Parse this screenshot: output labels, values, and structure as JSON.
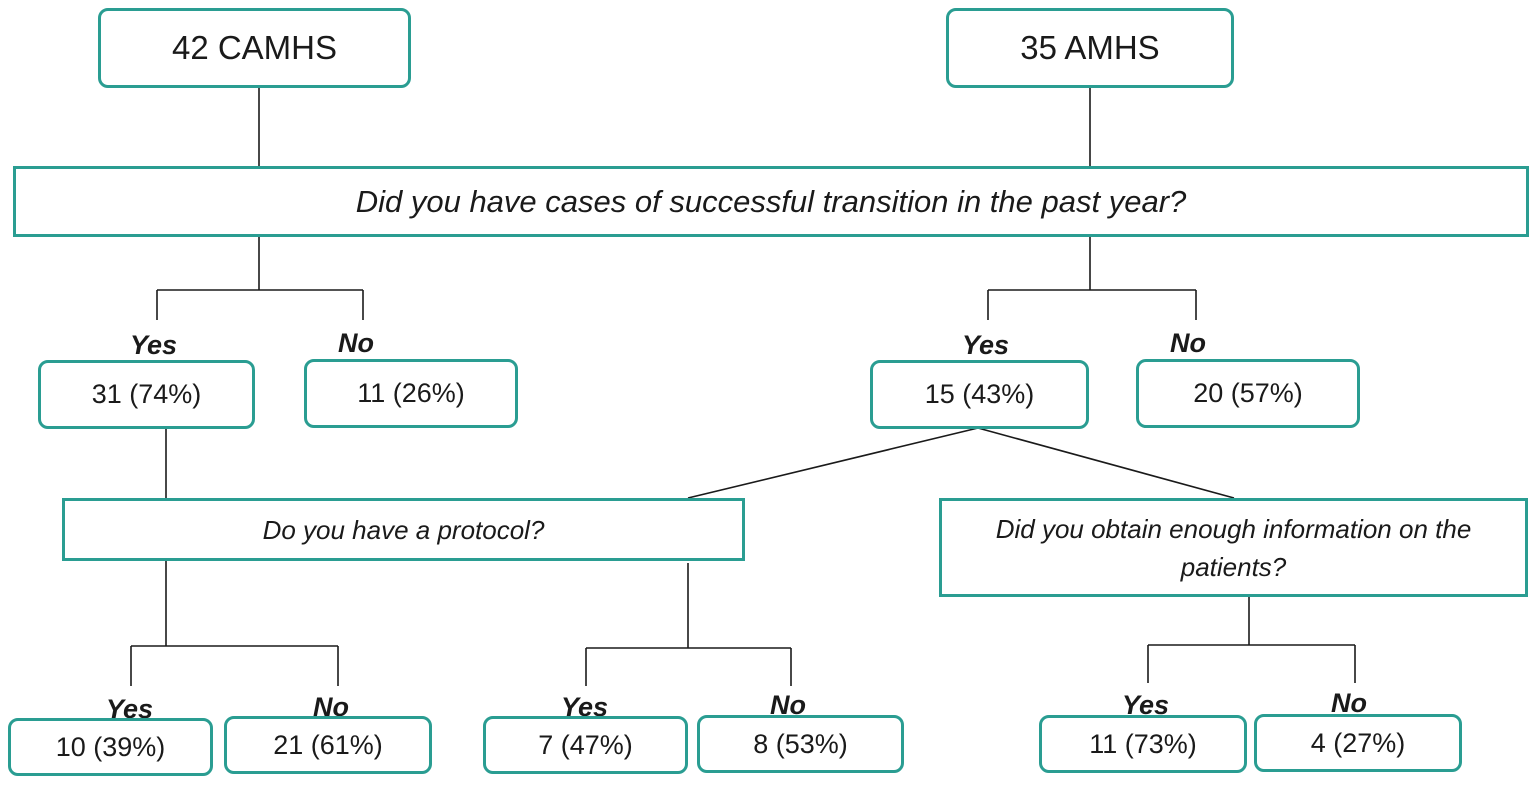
{
  "diagram": {
    "colors": {
      "box_border": "#2a9d92",
      "line": "#1a1a1a",
      "text": "#1a1a1a"
    },
    "roots": {
      "camhs": "42 CAMHS",
      "amhs": "35 AMHS"
    },
    "questions": {
      "transition": "Did you have cases of successful transition in the past year?",
      "protocol": "Do you have a protocol?",
      "information": "Did you obtain enough information on the patients?"
    },
    "labels": {
      "camhs_yes": "Yes",
      "camhs_no": "No",
      "amhs_yes": "Yes",
      "amhs_no": "No",
      "camhs_protocol_yes": "Yes",
      "camhs_protocol_no": "No",
      "amhs_protocol_yes": "Yes",
      "amhs_protocol_no": "No",
      "info_yes": "Yes",
      "info_no": "No"
    },
    "results": {
      "camhs_yes": "31 (74%)",
      "camhs_no": "11 (26%)",
      "amhs_yes": "15 (43%)",
      "amhs_no": "20 (57%)",
      "camhs_protocol_yes": "10 (39%)",
      "camhs_protocol_no": "21 (61%)",
      "amhs_protocol_yes": "7 (47%)",
      "amhs_protocol_no": "8 (53%)",
      "info_yes": "11 (73%)",
      "info_no": "4 (27%)"
    }
  }
}
